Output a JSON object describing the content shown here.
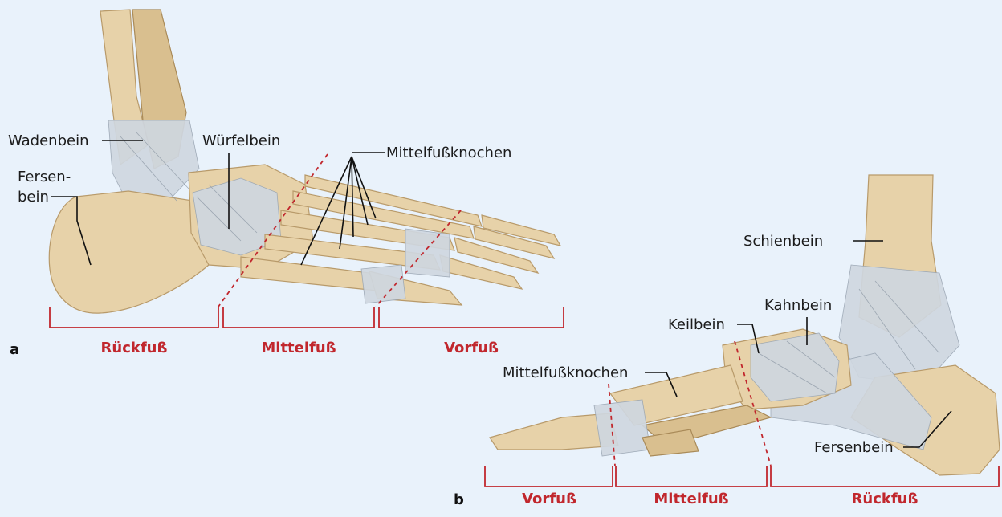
{
  "panel_a": {
    "letter": "a",
    "labels": {
      "wadenbein": "Wadenbein",
      "fersenbein_line1": "Fersen-",
      "fersenbein_line2": "bein",
      "wuerfelbein": "Würfelbein",
      "mittelfussknochen": "Mittelfußknochen"
    },
    "regions": {
      "rueckfuss": "Rückfuß",
      "mittelfuss": "Mittelfuß",
      "vorfuss": "Vorfuß"
    }
  },
  "panel_b": {
    "letter": "b",
    "labels": {
      "schienbein": "Schienbein",
      "kahnbein": "Kahnbein",
      "keilbein": "Keilbein",
      "mittelfussknochen": "Mittelfußknochen",
      "fersenbein": "Fersenbein"
    },
    "regions": {
      "vorfuss": "Vorfuß",
      "mittelfuss": "Mittelfuß",
      "rueckfuss": "Rückfuß"
    }
  },
  "colors": {
    "background": "#e9f2fb",
    "region_accent": "#c1272d",
    "bone": "#e7d2a9",
    "ligament": "#cfd7e0"
  }
}
